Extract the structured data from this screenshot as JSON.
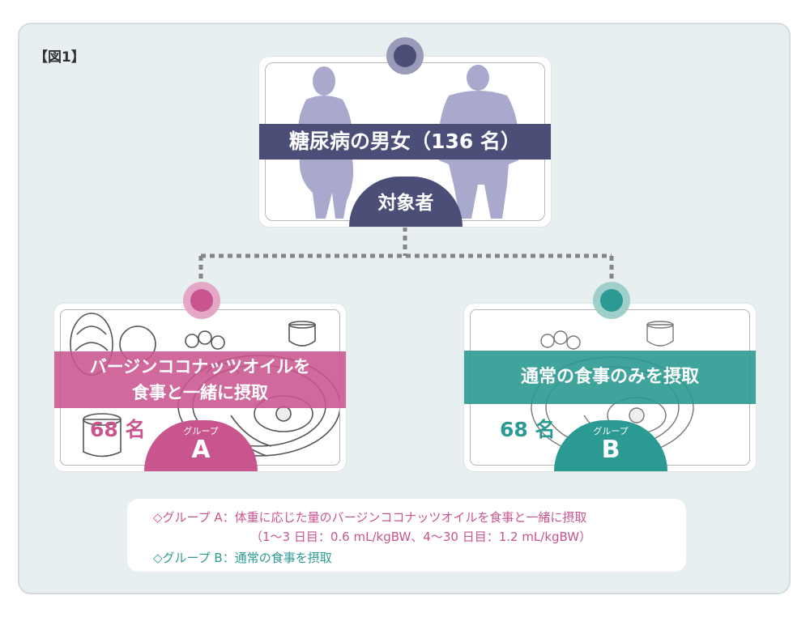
{
  "figure_label": "【図1】",
  "target": {
    "title": "糖尿病の男女（136 名）",
    "badge": "対象者",
    "color": "#4b4f78"
  },
  "group_a": {
    "title_line1": "バージンココナッツオイルを",
    "title_line2": "食事と一緒に摂取",
    "count": "68 名",
    "group_word": "グループ",
    "letter": "A",
    "color": "#c9558f"
  },
  "group_b": {
    "title": "通常の食事のみを摂取",
    "count": "68 名",
    "group_word": "グループ",
    "letter": "B",
    "color": "#2b9a92"
  },
  "legend": {
    "a_line1": "◇グループ A：体重に応じた量のバージンココナッツオイルを食事と一緒に摂取",
    "a_line2": "（1〜3 日目：0.6 mL/kgBW、4〜30 日目：1.2 mL/kgBW）",
    "b_line1": "◇グループ B：通常の食事を摂取"
  }
}
